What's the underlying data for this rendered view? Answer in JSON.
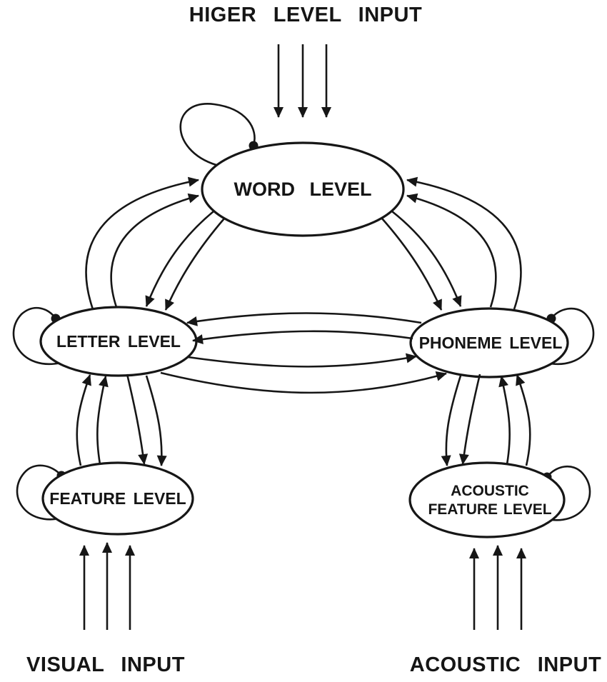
{
  "diagram": {
    "background": "#ffffff",
    "stroke_color": "#161616",
    "labels": {
      "top_input": "HIGER LEVEL INPUT",
      "visual_input": "VISUAL INPUT",
      "acoustic_input": "ACOUSTIC INPUT"
    },
    "nodes": {
      "word": {
        "label": "WORD LEVEL"
      },
      "letter": {
        "label": "LETTER LEVEL"
      },
      "phoneme": {
        "label": "PHONEME LEVEL"
      },
      "feature": {
        "label": "FEATURE LEVEL"
      },
      "acoustic_feature": {
        "label_line1": "ACOUSTIC",
        "label_line2": "FEATURE LEVEL"
      }
    },
    "connections": [
      {
        "from": "higher_level_input",
        "to": "word",
        "type": "input-arrows"
      },
      {
        "from": "word",
        "to": "letter",
        "type": "bidirectional"
      },
      {
        "from": "word",
        "to": "phoneme",
        "type": "bidirectional"
      },
      {
        "from": "letter",
        "to": "phoneme",
        "type": "bidirectional"
      },
      {
        "from": "letter",
        "to": "feature",
        "type": "bidirectional"
      },
      {
        "from": "phoneme",
        "to": "acoustic_feature",
        "type": "bidirectional"
      },
      {
        "from": "visual_input",
        "to": "feature",
        "type": "input-arrows"
      },
      {
        "from": "acoustic_input",
        "to": "acoustic_feature",
        "type": "input-arrows"
      },
      {
        "node": "word",
        "type": "self-loop"
      },
      {
        "node": "letter",
        "type": "self-loop"
      },
      {
        "node": "phoneme",
        "type": "self-loop"
      },
      {
        "node": "feature",
        "type": "self-loop"
      },
      {
        "node": "acoustic_feature",
        "type": "self-loop"
      }
    ]
  }
}
